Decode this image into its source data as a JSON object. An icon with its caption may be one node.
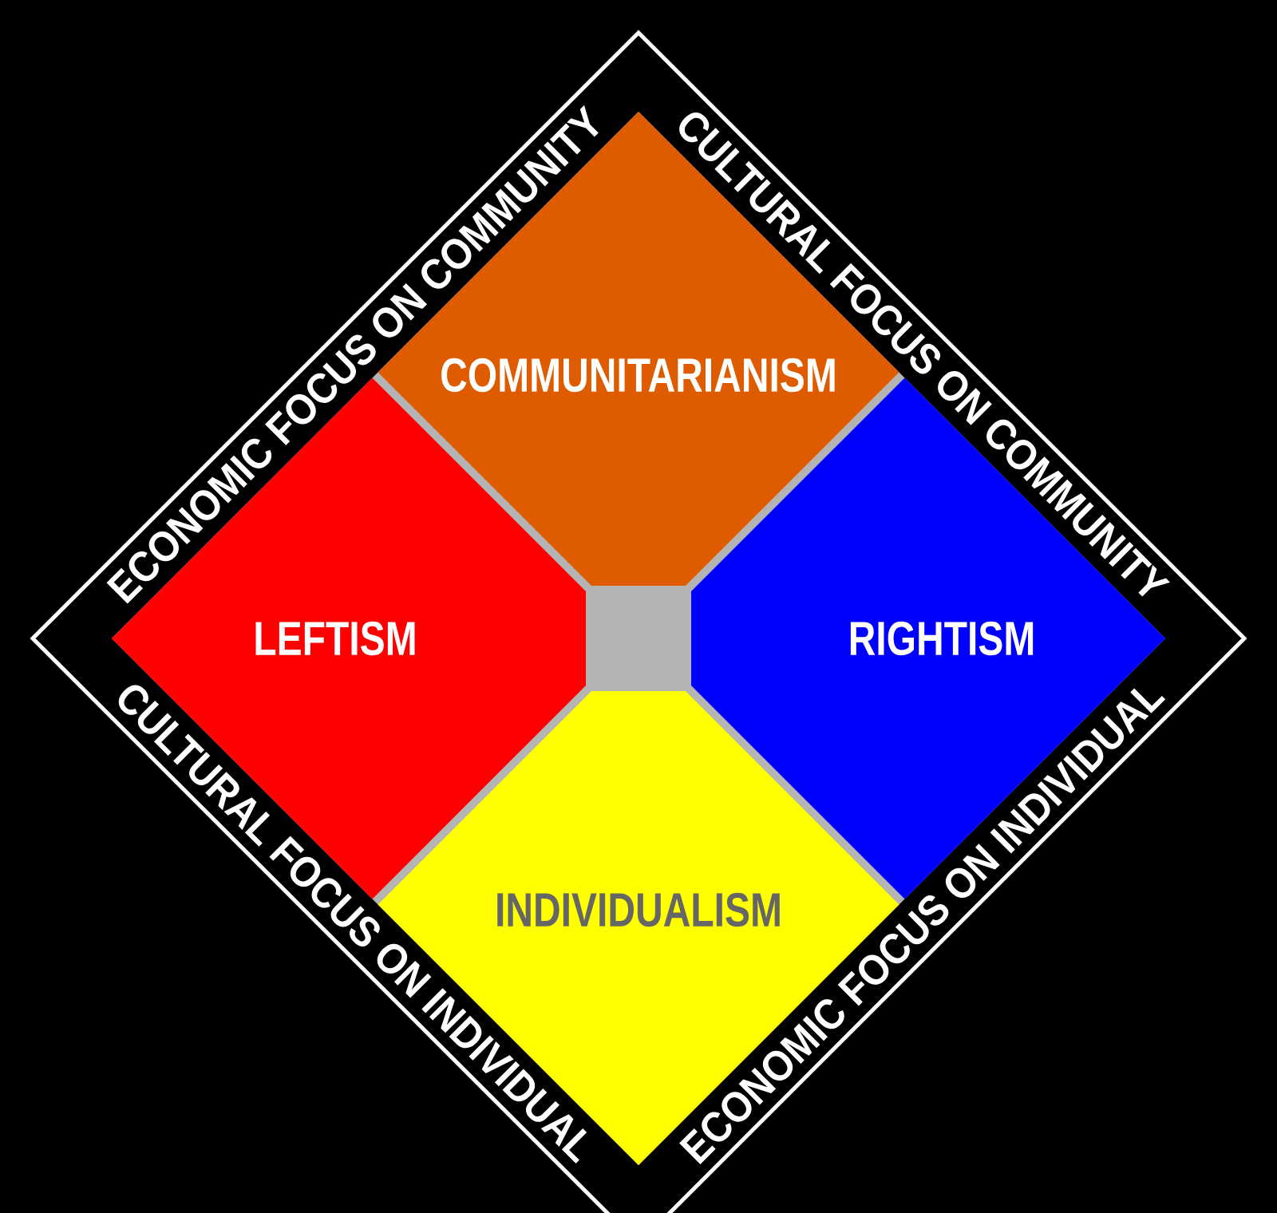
{
  "diagram": {
    "nodes": [
      {
        "text": [
          "ECONOMIC FOCUS ON COMMUNITY",
          "CULTURAL FOCUS ON COMMUNITY",
          "CULTURAL FOCUS ON INDIVIDUAL",
          "ECONOMIC FOCUS ON INDIVIDUAL"
        ]
      },
      {
        "text": [
          "COMMUNITARIANISM"
        ],
        "in": 0
      },
      {
        "text": [
          "LEFTISM"
        ],
        "in": 0
      },
      {
        "text": [
          "RIGHTISM"
        ],
        "in": 0
      },
      {
        "text": [
          "INDIVIDUALISM"
        ],
        "in": 0
      },
      {
        "text": [],
        "shape": "box",
        "in": 0
      }
    ]
  }
}
